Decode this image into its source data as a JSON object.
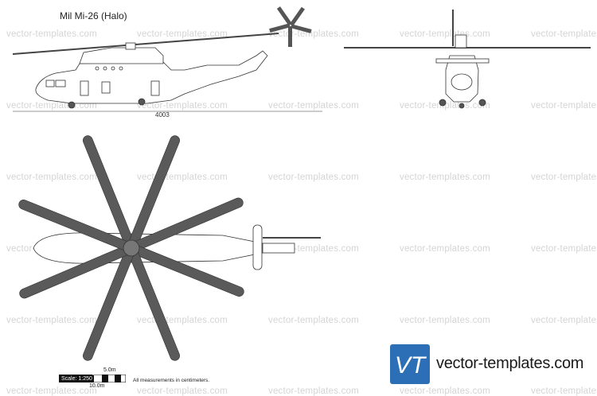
{
  "title": "Mil Mi-26 (Halo)",
  "watermark": "vector-templates.com",
  "dimension_label": "4003",
  "scale": {
    "label": "Scale: 1:250",
    "top_label": "5.0m",
    "bottom_label": "10.0m"
  },
  "measurements_note": "All measurements in centimeters.",
  "logo": {
    "mark": "VT",
    "text": "vector-templates.com",
    "color": "#2c6fb7"
  },
  "colors": {
    "blade": "#5a5a5a",
    "outline": "#333333"
  }
}
